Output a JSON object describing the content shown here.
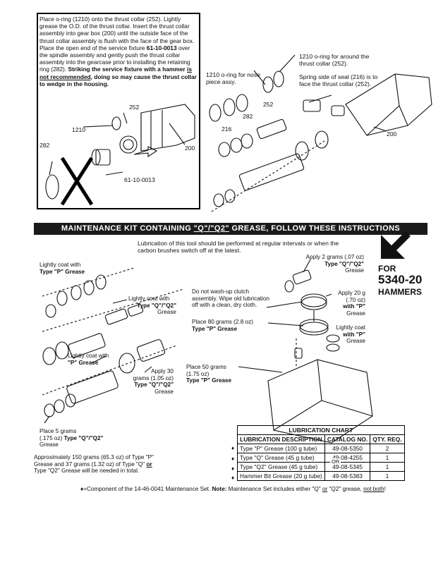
{
  "instructions": {
    "p1": "Place o-ring (1210) onto the thrust collar (252). Lightly grease the O.D. of the thrust collar. Insert the thrust collar assembly into gear box (200) until the outside face of the thrust collar assembly is flush with the face of the gear box. Place the open end of the service fixture ",
    "fixture_num": "61-10-0013",
    "p2": " over the spindle assembly and gently push the thrust collar assembly into the gearcase prior to installing the retaining ring (282). ",
    "warn1": "Striking the service fixture with a hammer ",
    "warn_u": "is not recommended",
    "warn2": ", doing so may cause the thrust collar to wedge in the housing."
  },
  "top_left_labels": {
    "l252": "252",
    "l1210": "1210",
    "l282": "282",
    "l200": "200",
    "fixture": "61-10-0013"
  },
  "top_right_labels": {
    "nose_oring": "1210 o-ring for nose piece assy.",
    "thrust_oring": "1210 o-ring for around the thrust collar (252).",
    "spring_side": "Spring side of seal (216) is to face the thrust collar (252).",
    "l252": "252",
    "l282": "282",
    "l216": "216",
    "l200": "200"
  },
  "banner": {
    "pre": "MAINTENANCE KIT CONTAINING ",
    "grease": "\"Q\"/\"Q2\"",
    "post": " GREASE, FOLLOW THESE INSTRUCTIONS"
  },
  "lube_note": "Lubrication of this tool should be performed at regular intervals or when the carbon brushes switch off at the latest.",
  "model": {
    "for": "FOR",
    "number": "5340-20",
    "hammers": "HAMMERS"
  },
  "callouts": {
    "coat_p_a": "Lightly coat with",
    "coat_p_b": "Type \"P\" Grease",
    "coat_qq2_a": "Lightly coat with",
    "coat_qq2_b": "Type \"Q\"/\"Q2\"",
    "coat_qq2_c": "Grease",
    "coat_p2_a": "Lightly coat with",
    "coat_p2_b": "\"P\" Grease",
    "apply30_a": "Apply 30",
    "apply30_b": "grams (1.05 oz)",
    "apply30_c": "Type \"Q\"/\"Q2\"",
    "apply30_d": "Grease",
    "place5_a": "Place 5 grams",
    "place5_b": "(.175 oz)",
    "place5_c": "Type \"Q\"/\"Q2\"",
    "place5_d": "Grease",
    "nowash_a": "Do not wash-up clutch",
    "nowash_b": "assembly. Wipe old lubrication",
    "nowash_c": "off with a clean, dry cloth.",
    "place80_a": "Place 80 grams (2.8 oz)",
    "place80_b": "Type \"P\" Grease",
    "place50_a": "Place 50 grams",
    "place50_b": "(1.75 oz)",
    "place50_c": "Type \"P\" Grease",
    "apply2_a": "Apply 2 grams (.07 oz)",
    "apply2_b": "Type \"Q\"/\"Q2\"",
    "apply2_c": "Grease",
    "apply20_a": "Apply 20 g",
    "apply20_b": "(.70 oz)",
    "apply20_c": "with \"P\"",
    "apply20_d": "Grease",
    "coatp3_a": "Lightly coat",
    "coatp3_b": "with \"P\"",
    "coatp3_c": "Grease"
  },
  "approx": {
    "a": "Approximately 150 grams (65.3 oz) of Type \"P\"",
    "b": "Grease and 37 grams (1.32 oz) of Type \"Q\" ",
    "or": "or",
    "c": "Type \"Q2\" Grease will be needed in total."
  },
  "lube_chart": {
    "title": "LUBRICATION CHART",
    "headers": [
      "LUBRICATION DESCRIPTION",
      "CATALOG NO.",
      "QTY. REQ."
    ],
    "rows": [
      [
        "Type \"P\" Grease (100 g tube)",
        "49-08-5350",
        "2"
      ],
      [
        "Type \"Q\" Grease (45 g tube)",
        "49-08-4255",
        "1"
      ],
      [
        "Type \"Q2\" Grease (45 g tube)",
        "49-08-5345",
        "1"
      ],
      [
        "Hammer Bit Grease (20 g tube)",
        "49-08-5383",
        "1"
      ]
    ],
    "or_label": "OR"
  },
  "footnote": {
    "pre": "♦=Component of the 14-46-0041 Maintenance Set. ",
    "note": "Note:",
    "mid": " Maintenance Set includes either \"Q\" ",
    "or": "or",
    "mid2": " \"Q2\" grease, ",
    "notboth": "not both",
    "end": "!"
  }
}
